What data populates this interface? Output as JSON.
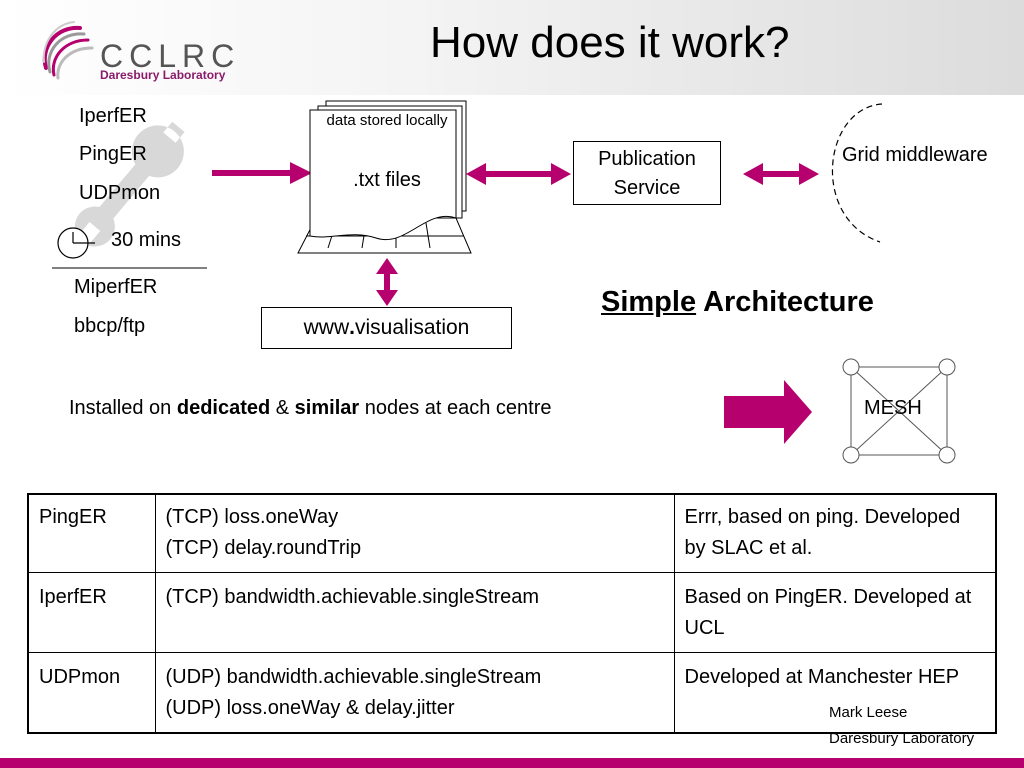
{
  "header": {
    "title": "How does it work?",
    "logo_name": "CCLRC",
    "logo_sub": "Daresbury Laboratory"
  },
  "tools_upper": [
    "IperfER",
    "PingER",
    "UDPmon"
  ],
  "timer_label": "30 mins",
  "tools_lower": [
    "MiperfER",
    "bbcp/ftp"
  ],
  "storage": {
    "caption": "data stored locally",
    "files": ".txt files"
  },
  "publication_service": "Publication Service",
  "grid_middleware": "Grid middleware",
  "visualisation": {
    "prefix": "www",
    "dot": ".",
    "suffix": "visualisation"
  },
  "architecture": {
    "underlined": "Simple",
    "rest": " Architecture"
  },
  "installed": {
    "prefix": "Installed on ",
    "bold1": "dedicated",
    "mid": " & ",
    "bold2": "similar",
    "suffix": " nodes at each centre"
  },
  "mesh_label": "MESH",
  "table": [
    {
      "tool": "PingER",
      "metrics": [
        "(TCP) loss.oneWay",
        "(TCP) delay.roundTrip"
      ],
      "notes": "Errr, based on ping. Developed by SLAC et al."
    },
    {
      "tool": "IperfER",
      "metrics": [
        "(TCP) bandwidth.achievable.singleStream"
      ],
      "notes": "Based on PingER. Developed at UCL"
    },
    {
      "tool": "UDPmon",
      "metrics": [
        "(UDP) bandwidth.achievable.singleStream",
        "(UDP) loss.oneWay & delay.jitter"
      ],
      "notes": "Developed at Manchester HEP"
    }
  ],
  "footer": {
    "author": "Mark Leese",
    "affiliation": "Daresbury Laboratory"
  },
  "colors": {
    "accent": "#b5006e",
    "logo_purple": "#8a1b6a"
  }
}
